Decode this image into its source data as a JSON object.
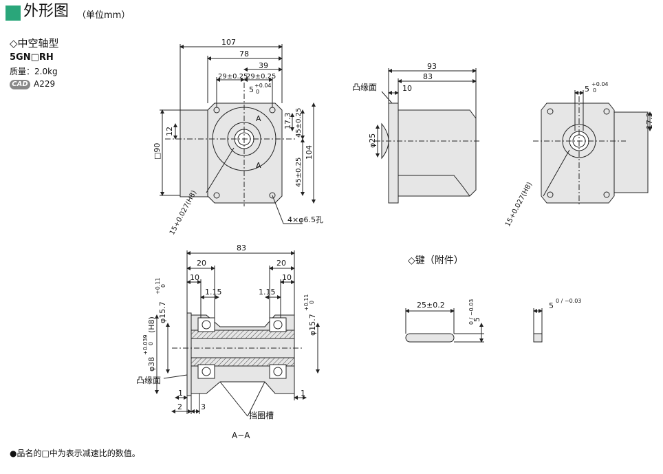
{
  "header": {
    "title": "外形图",
    "unit": "（单位mm）"
  },
  "product": {
    "type_label": "◇中空轴型",
    "model": "5GN□RH",
    "mass": "质量：2.0kg",
    "cad_badge": "CAD",
    "cad_id": "A229"
  },
  "front_view": {
    "dims": [
      "107",
      "78",
      "39",
      "29±0.25",
      "29±0.25",
      "5",
      "+0.04",
      "0",
      "17.3",
      "45±0.25",
      "45±0.25",
      "104",
      "□90",
      "12",
      "A",
      "A"
    ],
    "shaft_bore": "15+0.027(H8)",
    "hole_callout": "4×φ6.5孔"
  },
  "side_view": {
    "dims": [
      "93",
      "83",
      "10",
      "φ25"
    ],
    "flange_label": "凸缘面"
  },
  "rear_view": {
    "dims": [
      "5",
      "+0.04",
      "0",
      "17.3"
    ],
    "shaft_bore": "15+0.027(H8)"
  },
  "section_view": {
    "dims": [
      "83",
      "20",
      "20",
      "10",
      "10",
      "1.15",
      "1.15",
      "φ15.7",
      "+0.11",
      "0",
      "φ15.7",
      "+0.11",
      "0",
      "(H8)",
      "φ38",
      "+0.039",
      "0",
      "1",
      "1",
      "2",
      "3"
    ],
    "flange_label": "凸缘面",
    "groove_label": "挡圈槽",
    "section_label": "A−A"
  },
  "key": {
    "title": "◇键（附件）",
    "length": "25±0.2",
    "height": "5",
    "height_tol": "0 / −0.03",
    "width": "5",
    "width_tol": "0 / −0.03"
  },
  "footnote": "●品名的□中为表示减速比的数值。",
  "colors": {
    "accent": "#2aa67a",
    "body_fill": "#e6e6e6",
    "line": "#222222"
  }
}
